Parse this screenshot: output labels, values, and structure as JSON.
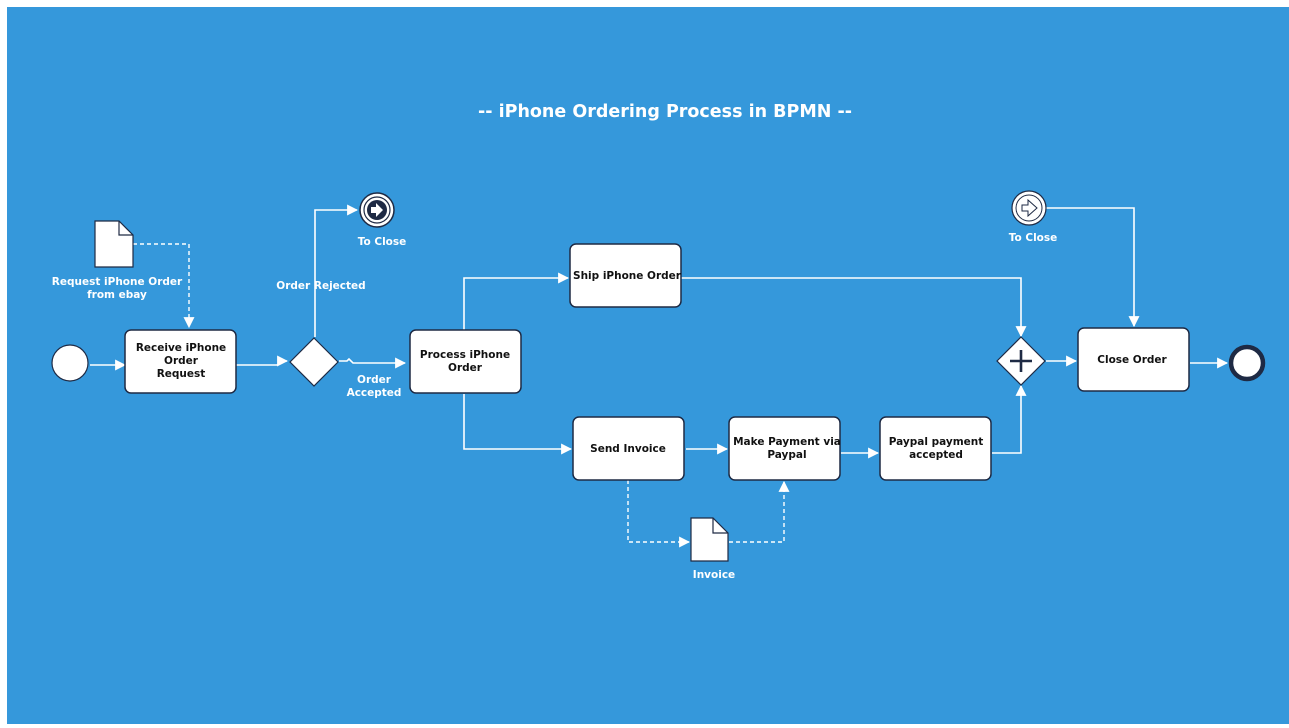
{
  "colors": {
    "background": "#3598db",
    "shape_fill": "#ffffff",
    "shape_stroke": "#1e2a44",
    "connector": "#ffffff"
  },
  "title": "-- iPhone Ordering Process in BPMN --",
  "data_objects": {
    "request": {
      "label_lines": [
        "Request iPhone Order",
        "from ebay"
      ]
    },
    "invoice": {
      "label": "Invoice"
    }
  },
  "tasks": {
    "receive": {
      "lines": [
        "Receive iPhone",
        "Order",
        "Request"
      ]
    },
    "process": {
      "lines": [
        "Process iPhone",
        "Order"
      ]
    },
    "ship": {
      "lines": [
        "Ship iPhone Order"
      ]
    },
    "send_invoice": {
      "lines": [
        "Send Invoice"
      ]
    },
    "make_payment": {
      "lines": [
        "Make Payment via",
        "Paypal"
      ]
    },
    "paypal_accepted": {
      "lines": [
        "Paypal payment",
        "accepted"
      ]
    },
    "close": {
      "lines": [
        "Close Order"
      ]
    }
  },
  "events": {
    "start": {
      "type": "start",
      "icon": "start-event-icon"
    },
    "link_throw": {
      "label": "To Close",
      "icon": "link-throw-arrow-icon"
    },
    "link_catch": {
      "label": "To Close",
      "icon": "link-catch-arrow-icon"
    },
    "end": {
      "type": "end",
      "icon": "end-event-icon"
    }
  },
  "gateways": {
    "exclusive": {
      "icon": "exclusive-gateway-icon"
    },
    "parallel": {
      "icon": "parallel-gateway-icon"
    }
  },
  "flow_labels": {
    "rejected": "Order Rejected",
    "accepted_lines": [
      "Order",
      "Accepted"
    ]
  }
}
